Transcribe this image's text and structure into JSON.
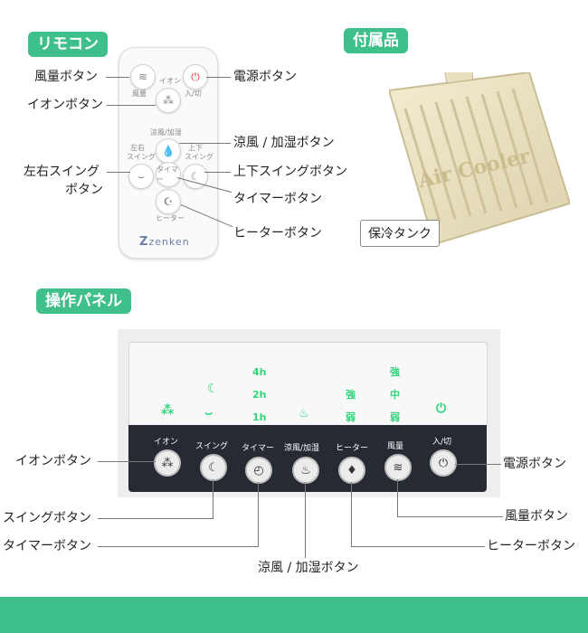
{
  "sections": {
    "remote": "リモコン",
    "accessory": "付属品",
    "panel": "操作パネル"
  },
  "remote": {
    "labels": {
      "wind": "風量ボタン",
      "ion": "イオンボタン",
      "power": "電源ボタン",
      "cool_humid": "涼風 / 加湿ボタン",
      "lr_swing_1": "左右スイング",
      "lr_swing_2": "ボタン",
      "ud_swing": "上下スイングボタン",
      "timer": "タイマーボタン",
      "heater": "ヒーターボタン"
    },
    "printed": {
      "wind": "風量",
      "ion": "イオン",
      "power": "入/切",
      "cool_humid": "涼風/加湿",
      "lr_swing_1": "左右",
      "lr_swing_2": "スイング",
      "ud_swing_1": "上下",
      "ud_swing_2": "スイング",
      "timer": "タイマー",
      "heater": "ヒーター",
      "brand": "zenken"
    }
  },
  "accessory": {
    "tank_text": "Air Cooler",
    "label": "保冷タンク"
  },
  "panel": {
    "leds": {
      "h4": "4h",
      "h2": "2h",
      "h1": "1h",
      "strong": "強",
      "mid": "中",
      "weak": "弱",
      "strong2": "強",
      "weak2": "弱"
    },
    "buttons": {
      "ion": "イオン",
      "swing": "スイング",
      "timer": "タイマー",
      "cool_humid": "涼風/加湿",
      "heater": "ヒーター",
      "wind": "風量",
      "power": "入/切"
    },
    "labels": {
      "ion": "イオンボタン",
      "power": "電源ボタン",
      "swing": "スイングボタン",
      "wind": "風量ボタン",
      "timer": "タイマーボタン",
      "heater": "ヒーターボタン",
      "cool_humid": "涼風 / 加湿ボタン"
    }
  },
  "colors": {
    "accent": "#3fbf8a",
    "led": "#2fd67a",
    "panel_dark": "#262a33"
  }
}
